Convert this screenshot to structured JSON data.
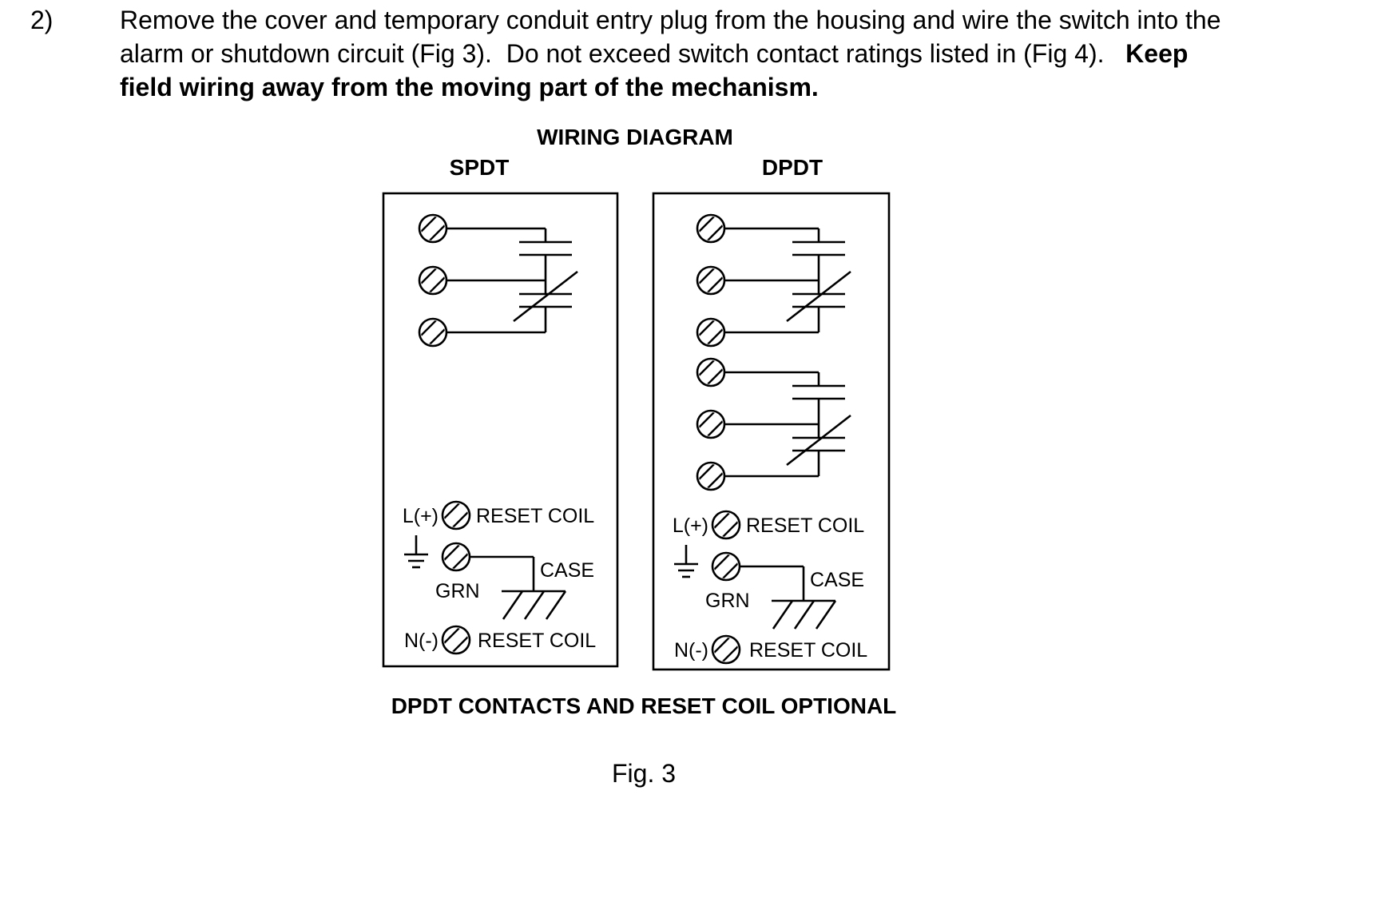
{
  "instruction": {
    "number": "2)",
    "text": "Remove the cover and temporary conduit entry plug from the housing and wire the switch into the alarm or shutdown circuit (Fig 3).  Do not exceed switch contact ratings listed in (Fig 4).   ",
    "bold_text": "Keep field wiring away from the moving part of the mechanism."
  },
  "diagram": {
    "title": "WIRING DIAGRAM",
    "caption": "DPDT CONTACTS AND RESET COIL OPTIONAL",
    "figure_label": "Fig. 3",
    "spdt": {
      "label": "SPDT",
      "l_plus": "L(+)",
      "reset_coil_top": "RESET COIL",
      "grn": "GRN",
      "case": "CASE",
      "n_minus": "N(-)",
      "reset_coil_bottom": "RESET COIL"
    },
    "dpdt": {
      "label": "DPDT",
      "l_plus": "L(+)",
      "reset_coil_top": "RESET COIL",
      "grn": "GRN",
      "case": "CASE",
      "n_minus": "N(-)",
      "reset_coil_bottom": "RESET COIL"
    }
  }
}
